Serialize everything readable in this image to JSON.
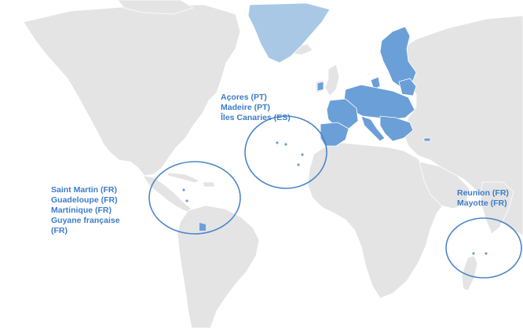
{
  "colors": {
    "ocean": "#ffffff",
    "land": "#e4e4e4",
    "land_stroke": "#ffffff",
    "greenland": "#a9c8e6",
    "eu": "#6b9fd8",
    "eu_stroke": "#ffffff",
    "circle": "#4a86c8",
    "label": "#3d7cc9"
  },
  "regions": {
    "atlantic": {
      "icon": "circle-highlight",
      "labels": [
        "Açores (PT)",
        "Madeire (PT)",
        "Îles Canaries (ES)"
      ]
    },
    "caribbean": {
      "icon": "circle-highlight",
      "labels": [
        "Saint Martin (FR)",
        "Guadeloupe (FR)",
        "Martinique (FR)",
        "Guyane française",
        "(FR)"
      ]
    },
    "indian_ocean": {
      "icon": "circle-highlight",
      "labels": [
        "Reunion (FR)",
        "Mayotte (FR)"
      ]
    }
  }
}
